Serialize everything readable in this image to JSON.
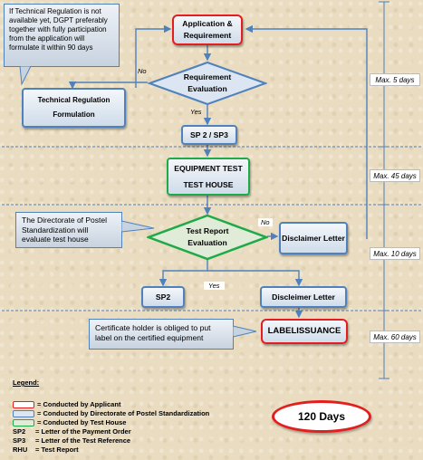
{
  "nodes": {
    "application": "Application & Requirement",
    "requirement_eval": "Requirement Evaluation",
    "tech_reg": "Technical Regulation",
    "tech_reg_2": "Formulation",
    "sp2_sp3": "SP 2 / SP3",
    "equipment_test": "EQUIPMENT TEST",
    "test_house": "TEST HOUSE",
    "test_report_eval": "Test Report Evaluation",
    "disclaimer_letter": "Disclaimer Letter",
    "sp2": "SP2",
    "discleimer_letter": "Discleimer Letter",
    "label_issuance": "LABELISSUANCE"
  },
  "labels": {
    "no_1": "No",
    "yes_1": "Yes",
    "no_2": "No",
    "yes_2": "Yes"
  },
  "callouts": {
    "tech_reg_note": "If Technical Regulation is not available yet, DGPT preferably together with fully participation from the application will formulate it within 90 days",
    "directorate_note": "The Directorate of Postel Standardization will evaluate test house",
    "certificate_note": "Certificate holder is obliged to put label on the certified equipment"
  },
  "durations": {
    "d1": "Max. 5 days",
    "d2": "Max. 45 days",
    "d3": "Max. 10 days",
    "d4": "Max. 60 days"
  },
  "total": "120 Days",
  "legend": {
    "title": "Legend:",
    "applicant": "= Conducted by Applicant",
    "directorate": "= Conducted by Directorate of Postel Standardization",
    "test_house": "= Conducted by Test House",
    "sp2": "SP2",
    "sp2_desc": "= Letter of the Payment Order",
    "sp3": "SP3",
    "sp3_desc": "= Letter of the Test Reference",
    "rhu": "RHU",
    "rhu_desc": "= Test Report"
  },
  "colors": {
    "applicant": "#e41e1e",
    "directorate": "#4f81bd",
    "test_house": "#1faa4a"
  }
}
